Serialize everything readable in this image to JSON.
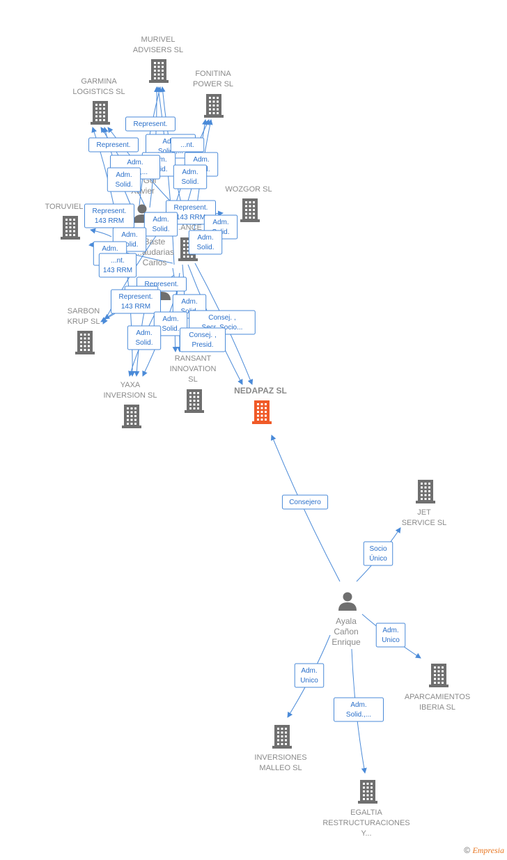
{
  "colors": {
    "edge": "#4a8ad8",
    "node": "#6f6f6f",
    "focus": "#f05a28",
    "label": "#8a8a8a"
  },
  "nodes": [
    {
      "id": "murivel",
      "lines": [
        "MURIVEL",
        "ADVISERS  SL"
      ],
      "type": "company"
    },
    {
      "id": "garmina",
      "lines": [
        "GARMINA",
        "LOGISTICS  SL"
      ],
      "type": "company"
    },
    {
      "id": "fonitina",
      "lines": [
        "FONITINA",
        "POWER  SL"
      ],
      "type": "company"
    },
    {
      "id": "wozgor",
      "lines": [
        "WOZGOR  SL"
      ],
      "type": "company"
    },
    {
      "id": "toruviel",
      "lines": [
        "TORUVIEL  SL"
      ],
      "type": "company"
    },
    {
      "id": "sarbon",
      "lines": [
        "SARBON",
        "KRUP  SL"
      ],
      "type": "company"
    },
    {
      "id": "yaxa",
      "lines": [
        "YAXA",
        "INVERSION  SL"
      ],
      "type": "company"
    },
    {
      "id": "ransant",
      "lines": [
        "RANSANT",
        "INNOVATION",
        "SL"
      ],
      "type": "company"
    },
    {
      "id": "nedapaz",
      "lines": [
        "NEDAPAZ  SL"
      ],
      "type": "focus"
    },
    {
      "id": "jet",
      "lines": [
        "JET",
        "SERVICE  SL"
      ],
      "type": "company"
    },
    {
      "id": "aparcamientos",
      "lines": [
        "APARCAMIENTOS",
        "IBERIA  SL"
      ],
      "type": "company"
    },
    {
      "id": "malleo",
      "lines": [
        "INVERSIONES",
        "MALLEO SL"
      ],
      "type": "company"
    },
    {
      "id": "egaltia",
      "lines": [
        "EGALTIA",
        "RESTRUCTURACIONES",
        "Y..."
      ],
      "type": "company"
    },
    {
      "id": "xavier",
      "lines": [
        "...n Gol",
        "Xavier"
      ],
      "type": "person"
    },
    {
      "id": "carlos",
      "lines": [
        "Baste",
        "...audarias",
        "Carlos"
      ],
      "type": "person"
    },
    {
      "id": "ayala",
      "lines": [
        "Ayala",
        "Cañon",
        "Enrique"
      ],
      "type": "person"
    },
    {
      "id": "ance",
      "lines": [
        "...ANCE"
      ],
      "type": "company"
    }
  ],
  "edge_labels": [
    {
      "lines": [
        "Represent."
      ]
    },
    {
      "lines": [
        "Represent."
      ]
    },
    {
      "lines": [
        "Adm.",
        "Solid.,..."
      ]
    },
    {
      "lines": [
        "...nt."
      ]
    },
    {
      "lines": [
        "Adm.",
        "Solid."
      ]
    },
    {
      "lines": [
        "Adm.",
        "Solid.,..."
      ]
    },
    {
      "lines": [
        "Adm.",
        "Solid."
      ]
    },
    {
      "lines": [
        "Adm.",
        "Solid."
      ]
    },
    {
      "lines": [
        "Adm.",
        "Solid."
      ]
    },
    {
      "lines": [
        "Represent.",
        "143 RRM"
      ]
    },
    {
      "lines": [
        "Represent.",
        "143 RRM"
      ]
    },
    {
      "lines": [
        "Adm.",
        "Solid."
      ]
    },
    {
      "lines": [
        "Adm.",
        "Solid."
      ]
    },
    {
      "lines": [
        "Adm.",
        "Solid."
      ]
    },
    {
      "lines": [
        "Adm.",
        "Solid."
      ]
    },
    {
      "lines": [
        "Adm.",
        "Solid."
      ]
    },
    {
      "lines": [
        "...nt.",
        "143 RRM"
      ]
    },
    {
      "lines": [
        "Represent."
      ]
    },
    {
      "lines": [
        "Adm.",
        "Solid."
      ]
    },
    {
      "lines": [
        "Represent.",
        "143 RRM"
      ]
    },
    {
      "lines": [
        "Adm.",
        "Solid."
      ]
    },
    {
      "lines": [
        "Adm.",
        "Solid."
      ]
    },
    {
      "lines": [
        "Consej. ,",
        "Secr.,Socio..."
      ]
    },
    {
      "lines": [
        "Consej. ,",
        "Presid."
      ]
    },
    {
      "lines": [
        "Adm.",
        "Solid."
      ]
    },
    {
      "lines": [
        "Consejero"
      ]
    },
    {
      "lines": [
        "Socio",
        "Único"
      ]
    },
    {
      "lines": [
        "Adm.",
        "Unico"
      ]
    },
    {
      "lines": [
        "Adm.",
        "Unico"
      ]
    },
    {
      "lines": [
        "Adm.",
        "Solid.,..."
      ]
    }
  ],
  "footer": {
    "copyright": "©",
    "brand": "Empresia"
  }
}
